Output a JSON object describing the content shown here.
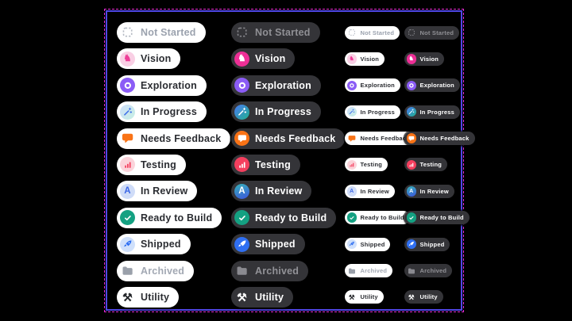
{
  "canvas": {
    "background": "#000000"
  },
  "selection_frame": {
    "solid_color": "#4f46e5",
    "dash_color": "#e82bd8"
  },
  "pill_styles": {
    "light_bg": "#ffffff",
    "light_text": "#2a2c31",
    "dark_bg": "#343438",
    "dark_text": "#ffffff"
  },
  "badges": [
    {
      "label": "Not Started",
      "icon": "dashed-square-icon",
      "light": {
        "circle": "none",
        "glyph": "#b6bbc4",
        "label": "#9ba2ae"
      },
      "dark": {
        "circle": "none",
        "glyph": "#87878c",
        "label": "#909095"
      }
    },
    {
      "label": "Vision",
      "icon": "unicorn-icon",
      "light": {
        "circle": "#f9cfe4",
        "glyph": "#ee3d98"
      },
      "dark": {
        "circle": "#ee2f96",
        "glyph": "#ffffff"
      }
    },
    {
      "label": "Exploration",
      "icon": "ring-icon",
      "light": {
        "circle": "#8b5cf6",
        "glyph": "#ffffff"
      },
      "dark": {
        "circle": "#8b5cf6",
        "glyph": "#ffffff"
      }
    },
    {
      "label": "In Progress",
      "icon": "magic-wand-icon",
      "light": {
        "circle": "linear-gradient(135deg,#cfdffb,#c6efe2)",
        "glyph": "#3f6fe9"
      },
      "dark": {
        "circle": "linear-gradient(135deg,#4a79f4,#1fb28e)",
        "glyph": "#ffffff"
      }
    },
    {
      "label": "Needs Feedback",
      "icon": "chat-bubble-icon",
      "light": {
        "circle": "none",
        "glyph": "#f97316"
      },
      "dark": {
        "circle": "#f97316",
        "glyph": "#ffffff"
      }
    },
    {
      "label": "Testing",
      "icon": "bar-chart-icon",
      "light": {
        "circle": "#fbd3da",
        "glyph": "#f43f5e"
      },
      "dark": {
        "circle": "#f43f5e",
        "glyph": "#ffffff"
      }
    },
    {
      "label": "In Review",
      "icon": "letter-a-icon",
      "light": {
        "circle": "#cfdcf8",
        "glyph": "#3b66e6"
      },
      "dark": {
        "circle": "linear-gradient(160deg,#36b3b9,#3c55de)",
        "glyph": "#ffffff"
      }
    },
    {
      "label": "Ready to Build",
      "icon": "check-seal-icon",
      "light": {
        "circle": "#14a182",
        "glyph": "#ffffff"
      },
      "dark": {
        "circle": "#14a182",
        "glyph": "#ffffff"
      }
    },
    {
      "label": "Shipped",
      "icon": "rocket-icon",
      "light": {
        "circle": "#cfe0fb",
        "glyph": "#2f6ff2"
      },
      "dark": {
        "circle": "#2f6ff2",
        "glyph": "#ffffff"
      }
    },
    {
      "label": "Archived",
      "icon": "folder-icon",
      "light": {
        "circle": "none",
        "glyph": "#9aa0aa",
        "label": "#a2a8b3"
      },
      "dark": {
        "circle": "none",
        "glyph": "#8a8a90",
        "label": "#929297"
      }
    },
    {
      "label": "Utility",
      "icon": "tools-icon",
      "light": {
        "circle": "none",
        "glyph": "#222428"
      },
      "dark": {
        "circle": "none",
        "glyph": "#ffffff"
      }
    }
  ]
}
